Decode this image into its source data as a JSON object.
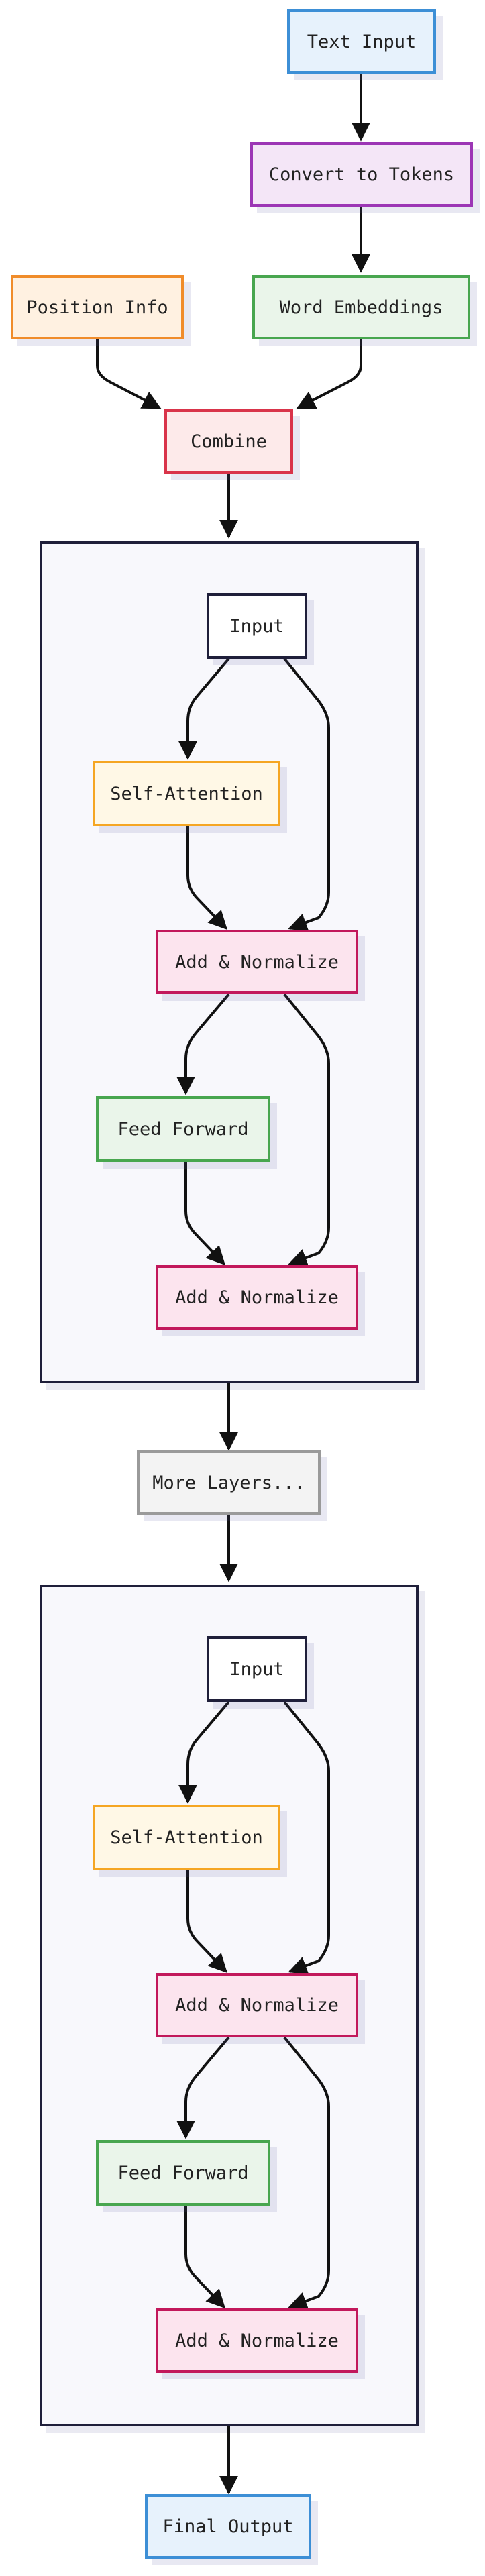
{
  "diagram": {
    "nodes": {
      "text_input": "Text Input",
      "convert_to_tokens": "Convert to Tokens",
      "position_info": "Position Info",
      "word_embeddings": "Word Embeddings",
      "combine": "Combine",
      "more_layers": "More Layers...",
      "final_output": "Final Output"
    },
    "blocks": [
      {
        "input": "Input",
        "self_attention": "Self-Attention",
        "add_normalize_1": "Add & Normalize",
        "feed_forward": "Feed Forward",
        "add_normalize_2": "Add & Normalize"
      },
      {
        "input": "Input",
        "self_attention": "Self-Attention",
        "add_normalize_1": "Add & Normalize",
        "feed_forward": "Feed Forward",
        "add_normalize_2": "Add & Normalize"
      }
    ],
    "colors": {
      "edge": "#111111",
      "blue": "#3d8fd6",
      "purple": "#9c36b5",
      "green": "#48a64f",
      "orange": "#f08c2a",
      "red": "#d9344a",
      "pink": "#c2185b",
      "yellow": "#f5a623",
      "dark": "#1f1f3a",
      "gray": "#9a9a9a"
    }
  }
}
